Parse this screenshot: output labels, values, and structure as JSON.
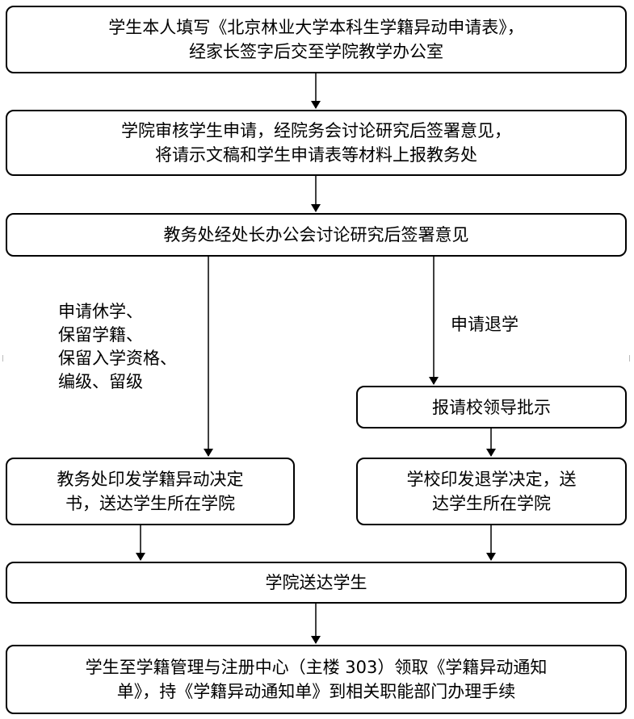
{
  "nodes": {
    "step1": {
      "lines": [
        "学生本人填写《北京林业大学本科生学籍异动申请表》，",
        "经家长签字后交至学院教学办公室"
      ]
    },
    "step2": {
      "lines": [
        "学院审核学生申请，经院务会讨论研究后签署意见，",
        "将请示文稿和学生申请表等材料上报教务处"
      ]
    },
    "step3": {
      "lines": [
        "教务处经处长办公会讨论研究后签署意见"
      ]
    },
    "step_withdraw_approval": {
      "lines": [
        "报请校领导批示"
      ]
    },
    "step_issue_decision": {
      "lines": [
        "教务处印发学籍异动决定",
        "书，送达学生所在学院"
      ]
    },
    "step_issue_withdraw": {
      "lines": [
        "学校印发退学决定，送",
        "达学生所在学院"
      ]
    },
    "step_deliver": {
      "lines": [
        "学院送达学生"
      ]
    },
    "step_final": {
      "lines": [
        "学生至学籍管理与注册中心（主楼 303）领取《学籍异动通知",
        "单》，持《学籍异动通知单》到相关职能部门办理手续"
      ]
    }
  },
  "labels": {
    "left_branch": [
      "申请休学、",
      "保留学籍、",
      "保留入学资格、",
      "编级、留级"
    ],
    "right_branch": [
      "申请退学"
    ]
  },
  "colors": {
    "line": "#000000",
    "box_fill": "#ffffff"
  }
}
